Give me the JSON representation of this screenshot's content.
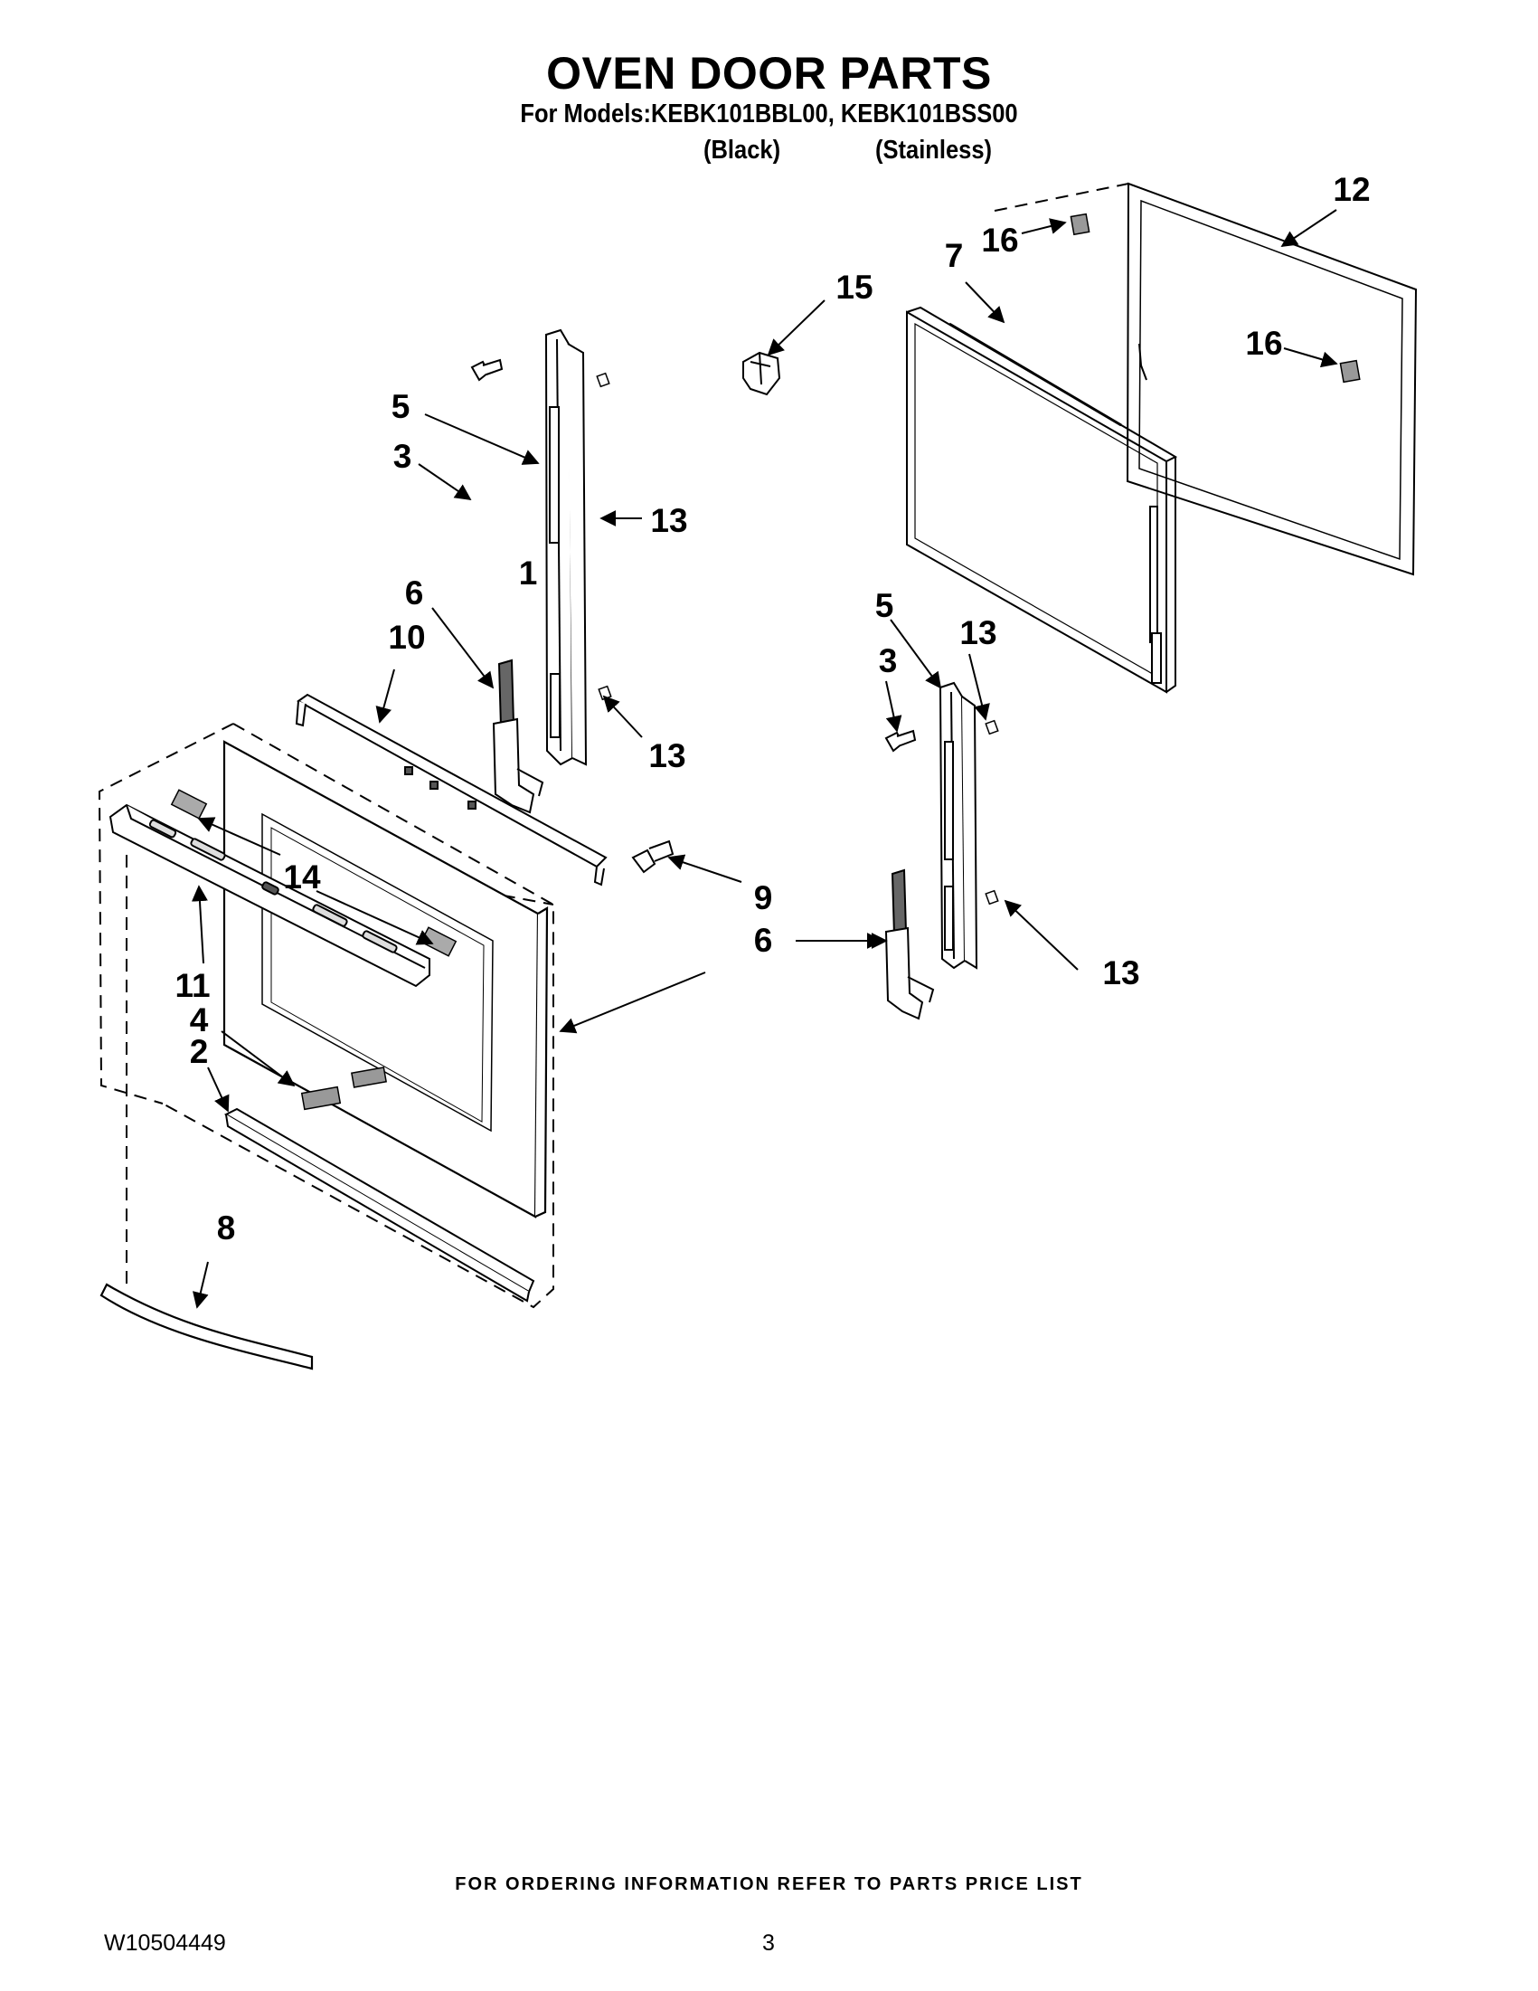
{
  "header": {
    "title": "OVEN DOOR PARTS",
    "models_line": "For Models:KEBK101BBL00, KEBK101BSS00",
    "finish_black": "(Black)",
    "finish_stainless": "(Stainless)"
  },
  "callouts": {
    "c1": "1",
    "c2": "2",
    "c3a": "3",
    "c3b": "3",
    "c4": "4",
    "c5a": "5",
    "c5b": "5",
    "c6a": "6",
    "c6b": "6",
    "c7": "7",
    "c8": "8",
    "c9": "9",
    "c10": "10",
    "c11": "11",
    "c12": "12",
    "c13a": "13",
    "c13b": "13",
    "c13c": "13",
    "c13d": "13",
    "c14": "14",
    "c15": "15",
    "c16a": "16",
    "c16b": "16"
  },
  "footer": {
    "ordering_note": "FOR ORDERING INFORMATION REFER TO PARTS PRICE LIST",
    "document_number": "W10504449",
    "page_number": "3"
  }
}
